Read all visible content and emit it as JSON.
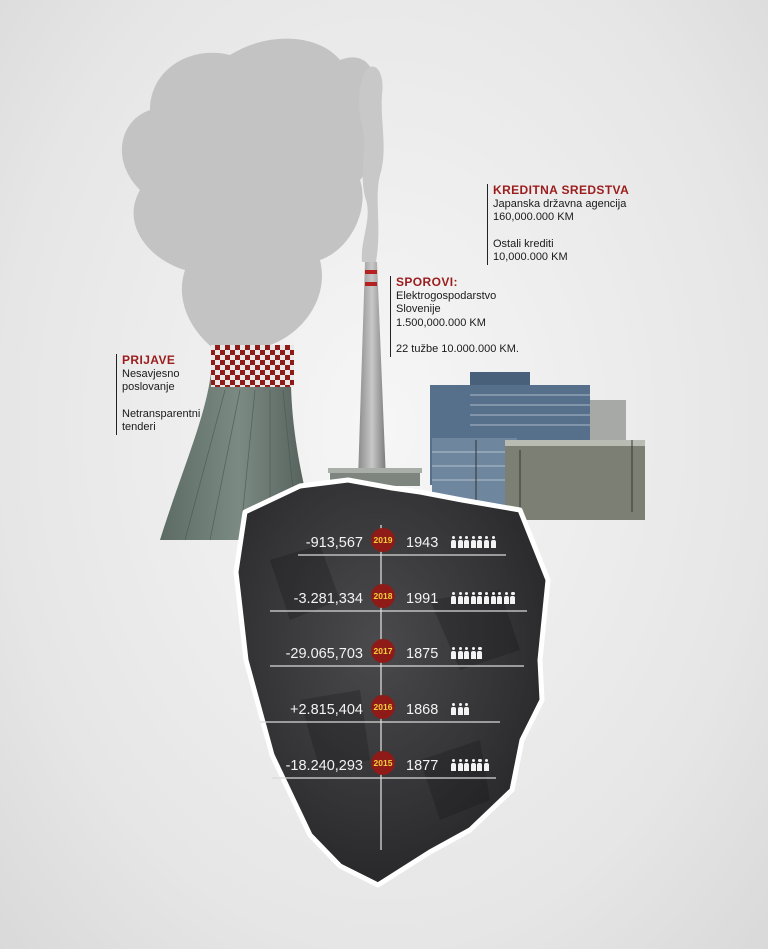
{
  "prijave": {
    "title": "PRIJAVE",
    "lines": [
      "Nesavjesno",
      "poslovanje",
      "",
      "Netransparentni",
      "tenderi"
    ]
  },
  "sporovi": {
    "title": "SPOROVI:",
    "lines": [
      "Elektrogospodarstvo",
      "Slovenije",
      "1.500,000.000 KM",
      "",
      "22 tužbe 10.000.000 KM."
    ]
  },
  "kreditna": {
    "title": "KREDITNA SREDSTVA",
    "lines": [
      "Japanska državna agencija",
      "160,000.000 KM",
      "",
      "Ostali krediti",
      "10,000.000 KM"
    ]
  },
  "colors": {
    "accent": "#9b1c1c",
    "badge": "#8e1b17",
    "badge_text": "#f5d03a",
    "coal": "#3a3a3c"
  },
  "chart_data": {
    "type": "table",
    "rows": [
      {
        "year": "2019",
        "result": "-913,567",
        "employees": "1943",
        "people_icons": 7
      },
      {
        "year": "2018",
        "result": "-3.281,334",
        "employees": "1991",
        "people_icons": 10
      },
      {
        "year": "2017",
        "result": "-29.065,703",
        "employees": "1875",
        "people_icons": 5
      },
      {
        "year": "2016",
        "result": "+2.815,404",
        "employees": "1868",
        "people_icons": 3
      },
      {
        "year": "2015",
        "result": "-18.240,293",
        "employees": "1877",
        "people_icons": 6
      }
    ]
  }
}
